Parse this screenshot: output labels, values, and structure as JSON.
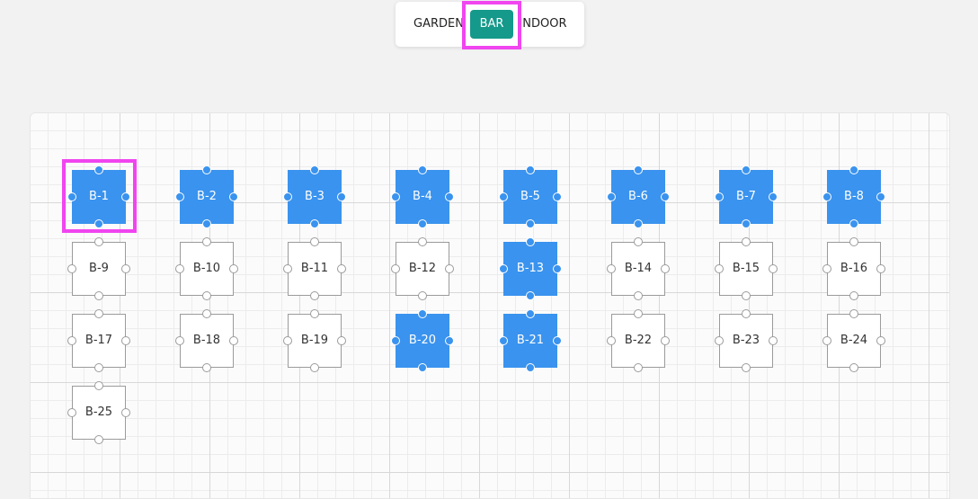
{
  "tabs": [
    {
      "label": "GARDEN",
      "active": false
    },
    {
      "label": "BAR",
      "active": true
    },
    {
      "label": "INDOOR",
      "active": false
    }
  ],
  "colors": {
    "active_tab": "#14998a",
    "selected_table": "#3a93ee",
    "highlight": "#f045ef",
    "table_border": "#9b9b9b"
  },
  "tables": [
    {
      "label": "B-1",
      "selected": true
    },
    {
      "label": "B-2",
      "selected": true
    },
    {
      "label": "B-3",
      "selected": true
    },
    {
      "label": "B-4",
      "selected": true
    },
    {
      "label": "B-5",
      "selected": true
    },
    {
      "label": "B-6",
      "selected": true
    },
    {
      "label": "B-7",
      "selected": true
    },
    {
      "label": "B-8",
      "selected": true
    },
    {
      "label": "B-9",
      "selected": false
    },
    {
      "label": "B-10",
      "selected": false
    },
    {
      "label": "B-11",
      "selected": false
    },
    {
      "label": "B-12",
      "selected": false
    },
    {
      "label": "B-13",
      "selected": true
    },
    {
      "label": "B-14",
      "selected": false
    },
    {
      "label": "B-15",
      "selected": false
    },
    {
      "label": "B-16",
      "selected": false
    },
    {
      "label": "B-17",
      "selected": false
    },
    {
      "label": "B-18",
      "selected": false
    },
    {
      "label": "B-19",
      "selected": false
    },
    {
      "label": "B-20",
      "selected": true
    },
    {
      "label": "B-21",
      "selected": true
    },
    {
      "label": "B-22",
      "selected": false
    },
    {
      "label": "B-23",
      "selected": false
    },
    {
      "label": "B-24",
      "selected": false
    },
    {
      "label": "B-25",
      "selected": false
    }
  ]
}
